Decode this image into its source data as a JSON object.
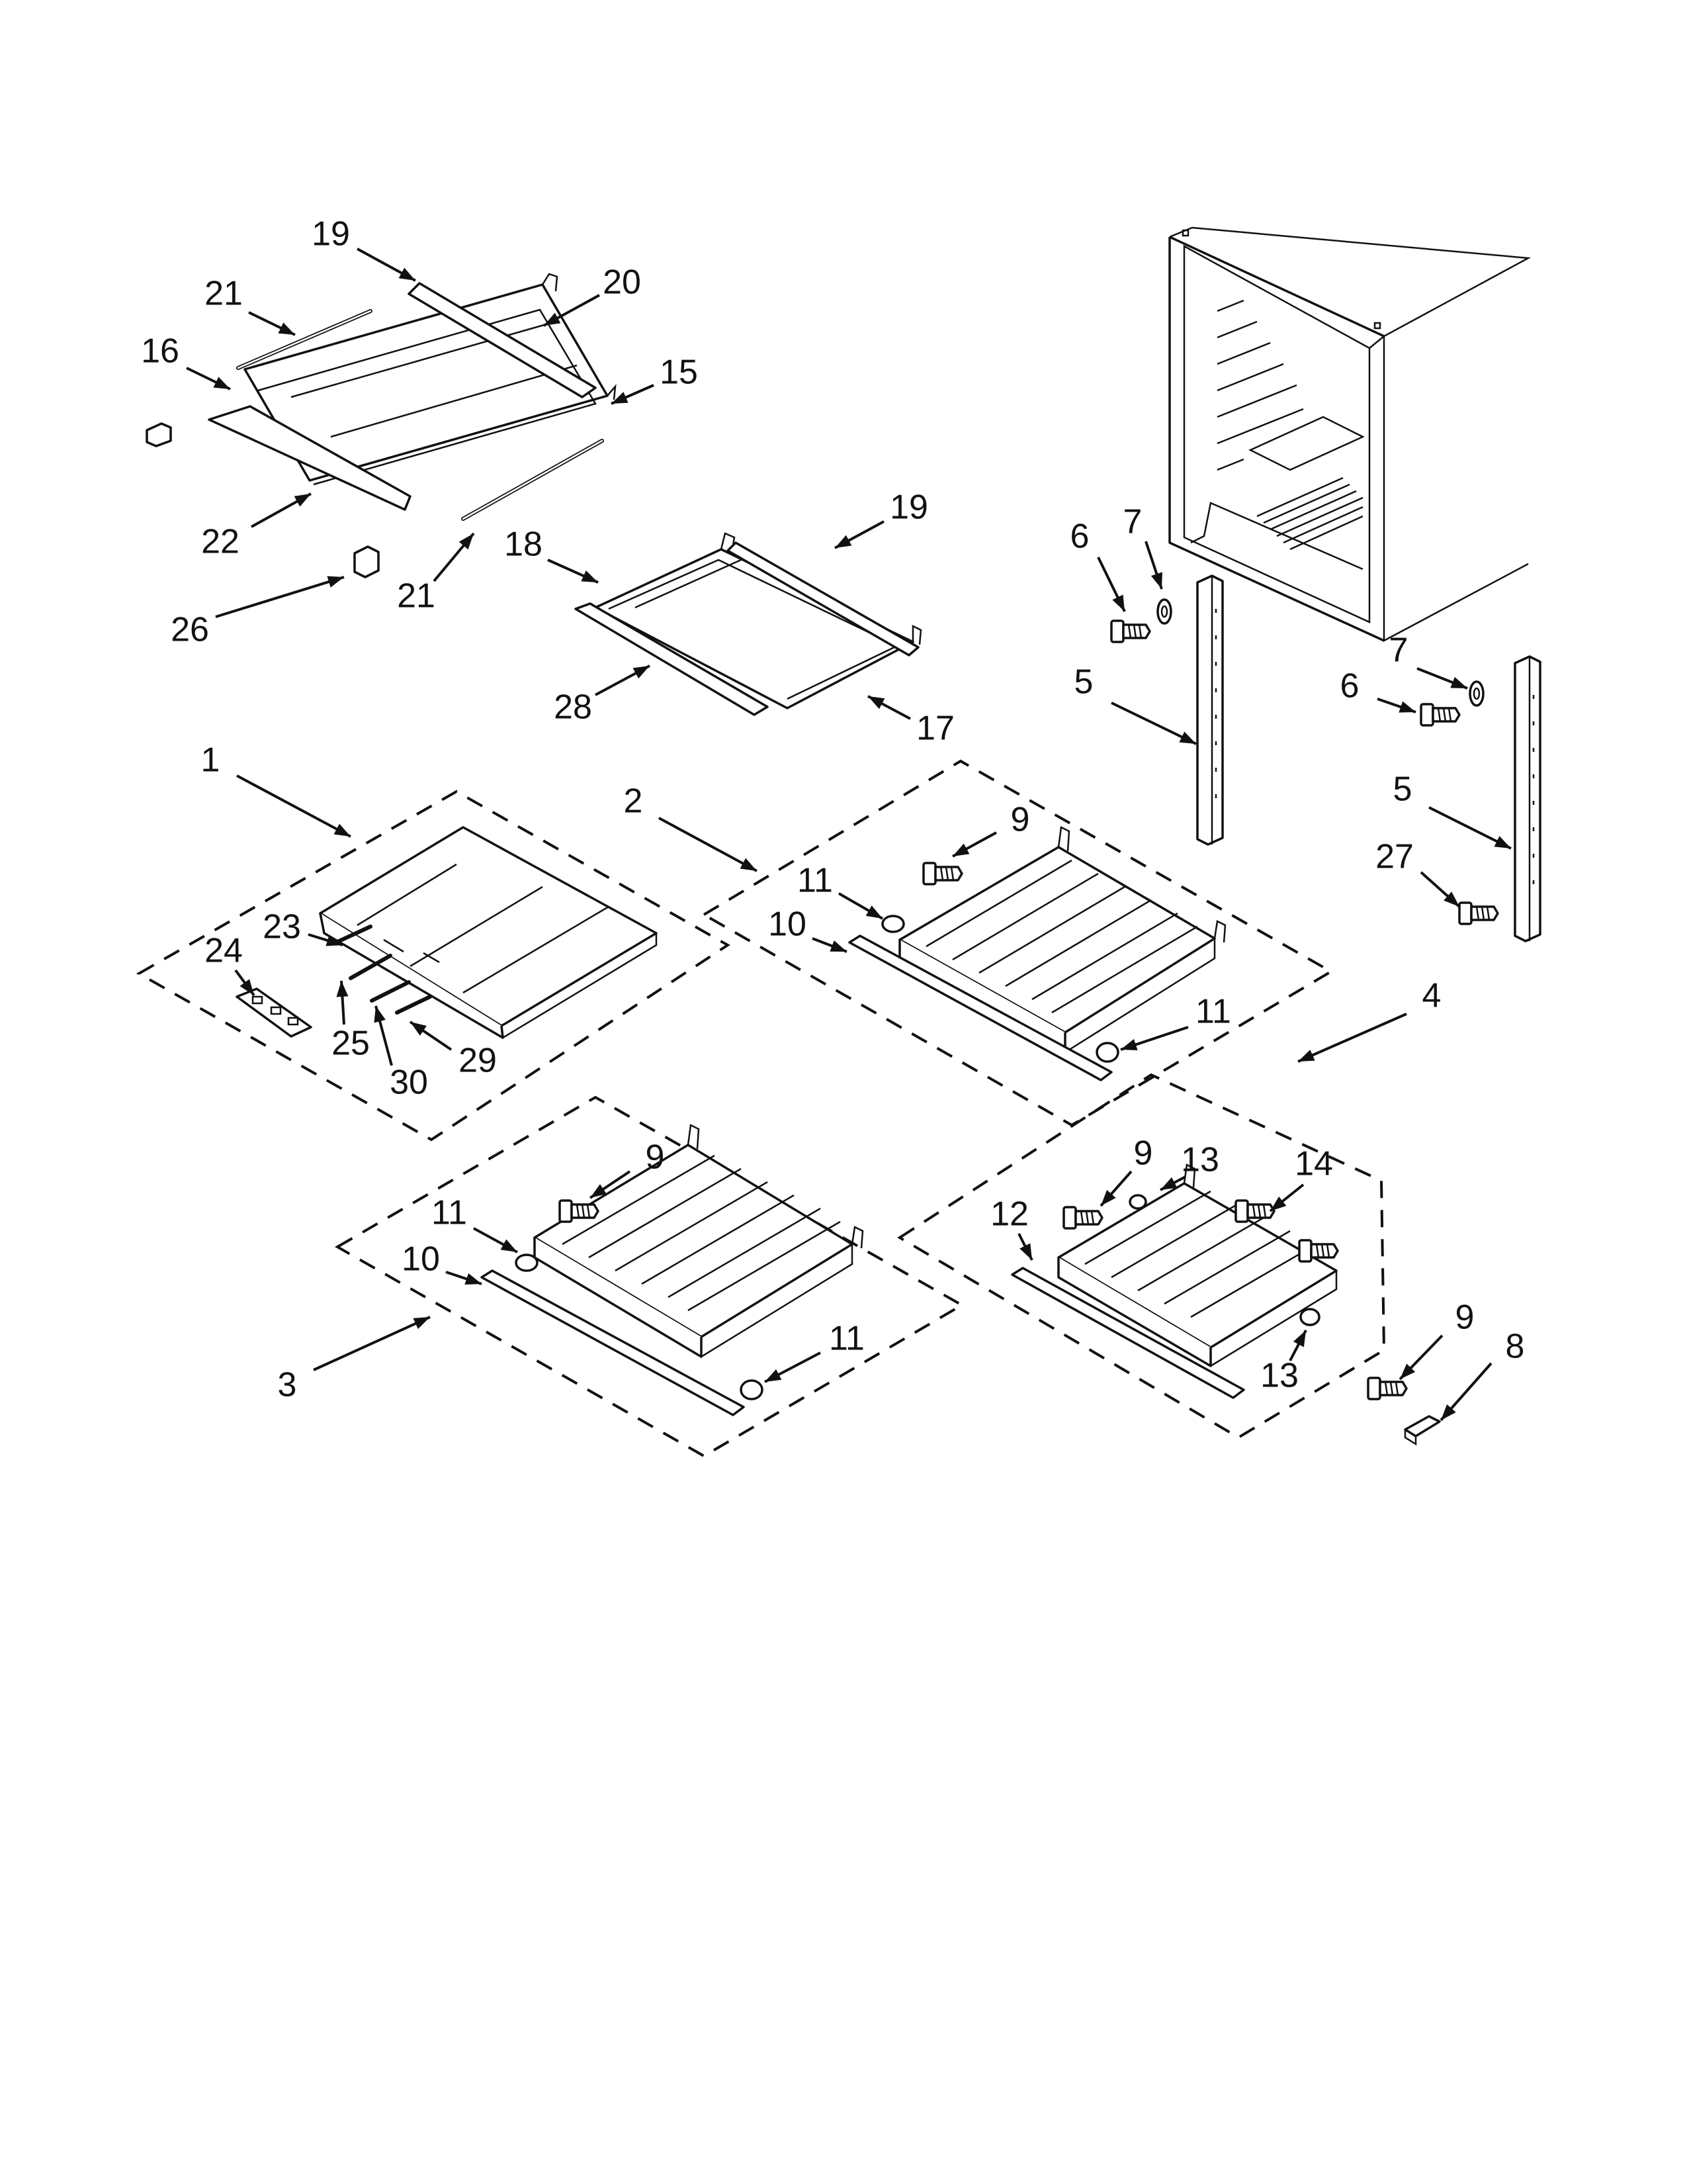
{
  "callouts": [
    {
      "id": "c19a",
      "text": "19"
    },
    {
      "id": "c20",
      "text": "20"
    },
    {
      "id": "c21a",
      "text": "21"
    },
    {
      "id": "c16",
      "text": "16"
    },
    {
      "id": "c15",
      "text": "15"
    },
    {
      "id": "c22",
      "text": "22"
    },
    {
      "id": "c21b",
      "text": "21"
    },
    {
      "id": "c26",
      "text": "26"
    },
    {
      "id": "c19b",
      "text": "19"
    },
    {
      "id": "c18",
      "text": "18"
    },
    {
      "id": "c28",
      "text": "28"
    },
    {
      "id": "c17",
      "text": "17"
    },
    {
      "id": "c6a",
      "text": "6"
    },
    {
      "id": "c7a",
      "text": "7"
    },
    {
      "id": "c5a",
      "text": "5"
    },
    {
      "id": "c7b",
      "text": "7"
    },
    {
      "id": "c6b",
      "text": "6"
    },
    {
      "id": "c5b",
      "text": "5"
    },
    {
      "id": "c27",
      "text": "27"
    },
    {
      "id": "c1",
      "text": "1"
    },
    {
      "id": "c2",
      "text": "2"
    },
    {
      "id": "c23",
      "text": "23"
    },
    {
      "id": "c24",
      "text": "24"
    },
    {
      "id": "c25",
      "text": "25"
    },
    {
      "id": "c30",
      "text": "30"
    },
    {
      "id": "c29",
      "text": "29"
    },
    {
      "id": "c9a",
      "text": "9"
    },
    {
      "id": "c11a",
      "text": "11"
    },
    {
      "id": "c10a",
      "text": "10"
    },
    {
      "id": "c11b",
      "text": "11"
    },
    {
      "id": "c4",
      "text": "4"
    },
    {
      "id": "c9b",
      "text": "9"
    },
    {
      "id": "c11c",
      "text": "11"
    },
    {
      "id": "c10b",
      "text": "10"
    },
    {
      "id": "c11d",
      "text": "11"
    },
    {
      "id": "c3",
      "text": "3"
    },
    {
      "id": "c9c",
      "text": "9"
    },
    {
      "id": "c13a",
      "text": "13"
    },
    {
      "id": "c14",
      "text": "14"
    },
    {
      "id": "c12",
      "text": "12"
    },
    {
      "id": "c13b",
      "text": "13"
    },
    {
      "id": "c9d",
      "text": "9"
    },
    {
      "id": "c8",
      "text": "8"
    }
  ]
}
